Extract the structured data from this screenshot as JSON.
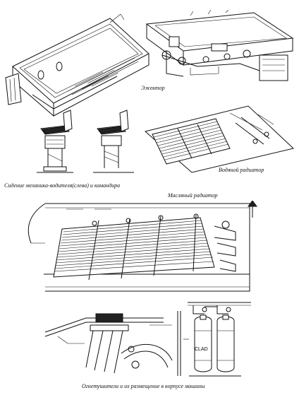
{
  "captions": {
    "ejector": "Эжектор",
    "seats": "Сидение механика-водителя(слева) и командира",
    "water_radiator": "Водяной радиатор",
    "oil_radiator": "Масляный радиатор",
    "extinguishers": "Огнетушители и их размещение в корпусе машины"
  },
  "labels": {
    "extinguisher_tag": "CLAD"
  }
}
